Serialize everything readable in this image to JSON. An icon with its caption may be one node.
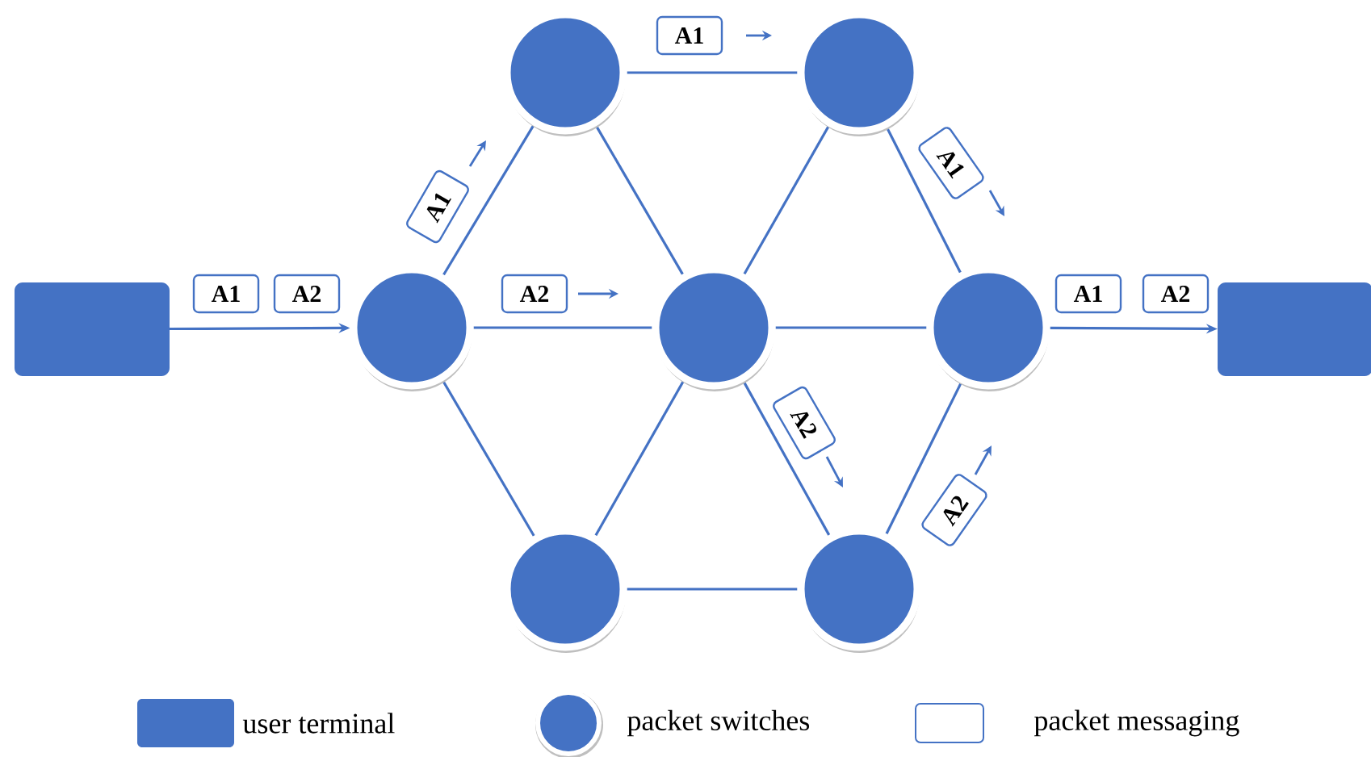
{
  "diagram": {
    "nodes": [
      {
        "text": [],
        "shape": "box"
      },
      {
        "text": [],
        "shape": "circle"
      },
      {
        "text": [],
        "shape": "circle"
      },
      {
        "text": [],
        "shape": "circle"
      },
      {
        "text": [],
        "shape": "circle"
      },
      {
        "text": [],
        "shape": "circle"
      },
      {
        "text": [],
        "shape": "circle"
      },
      {
        "text": [],
        "shape": "circle"
      },
      {
        "text": [],
        "shape": "box"
      },
      {
        "text": [
          "A1"
        ]
      },
      {
        "text": [
          "A1"
        ]
      },
      {
        "text": [
          "A1"
        ]
      },
      {
        "text": [
          "A1"
        ]
      },
      {
        "text": [
          "A2"
        ]
      },
      {
        "text": [
          "A2"
        ]
      },
      {
        "text": [
          "A1"
        ]
      },
      {
        "text": [
          "A2"
        ]
      },
      {
        "text": [
          "A2"
        ]
      },
      {
        "text": [
          "A2"
        ]
      }
    ],
    "edges": [
      {
        "from": 0,
        "to": 1,
        "arrow": "to"
      },
      {
        "from": 1,
        "to": 2,
        "arrow": "none"
      },
      {
        "from": 1,
        "to": 4,
        "arrow": "none"
      },
      {
        "from": 1,
        "to": 6,
        "arrow": "none"
      },
      {
        "from": 2,
        "to": 3,
        "arrow": "none"
      },
      {
        "from": 2,
        "to": 4,
        "arrow": "none"
      },
      {
        "from": 3,
        "to": 4,
        "arrow": "none"
      },
      {
        "from": 3,
        "to": 5,
        "arrow": "none"
      },
      {
        "from": 4,
        "to": 5,
        "arrow": "none"
      },
      {
        "from": 4,
        "to": 6,
        "arrow": "none"
      },
      {
        "from": 4,
        "to": 7,
        "arrow": "none"
      },
      {
        "from": 6,
        "to": 7,
        "arrow": "none"
      },
      {
        "from": 7,
        "to": 5,
        "arrow": "none"
      },
      {
        "from": 5,
        "to": 8,
        "arrow": "to"
      }
    ],
    "legend": [
      {
        "text": "user terminal",
        "color": "#4472c4"
      },
      {
        "text": "packet switches",
        "color": "#4472c4"
      },
      {
        "text": "packet messaging"
      }
    ]
  }
}
